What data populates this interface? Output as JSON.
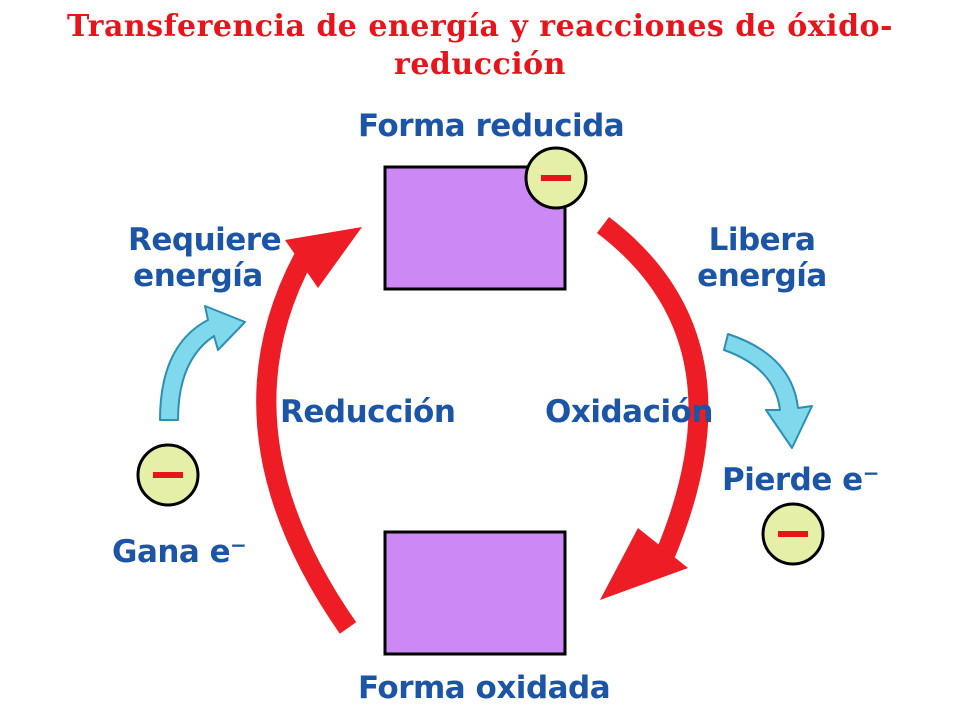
{
  "title": {
    "line1": "Transferencia de energía y reacciones de óxido-",
    "line2": "reducción"
  },
  "labels": {
    "reduced_form": "Forma reducida",
    "oxidized_form": "Forma oxidada",
    "requires_energy_1": "Requiere",
    "requires_energy_2": "energía",
    "releases_energy_1": "Libera",
    "releases_energy_2": "energía",
    "reduction": "Reducción",
    "oxidation": "Oxidación",
    "gains_electron": "Gana e",
    "loses_electron": "Pierde e",
    "electron_charge": "−"
  },
  "colors": {
    "title": "#e8141b",
    "label": "#1d55a6",
    "arrow_red": "#ee1c25",
    "arrow_cyan": "#7fd8ec",
    "box_fill": "#cc88f4",
    "electron_fill": "#e6efa8",
    "electron_sign": "#e8141b"
  }
}
